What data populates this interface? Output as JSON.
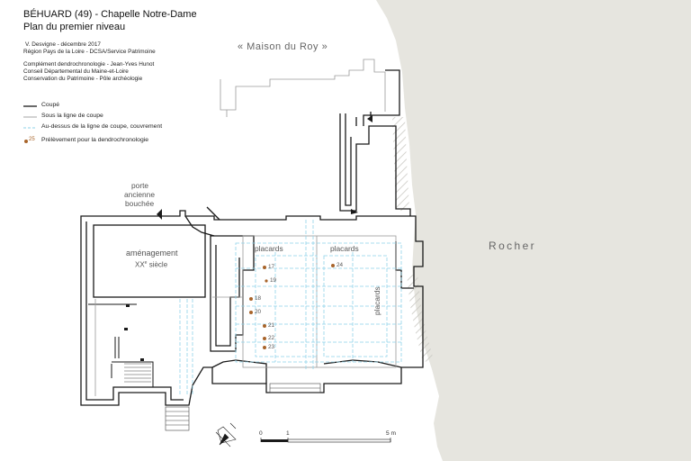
{
  "title": "BÉHUARD (49) - Chapelle Notre-Dame",
  "subtitle": "Plan du premier niveau",
  "credits": [
    "V. Desvigne - décembre 2017",
    "Région Pays de la Loire - DCSA/Service Patrimoine"
  ],
  "credits2": [
    "Complément dendrochronologie - Jean-Yves Hunot",
    "Conseil Départemental du Maine-et-Loire",
    "Conservation du Patrimoine - Pôle archéologie"
  ],
  "legend": {
    "cut": "Coupé",
    "below": "Sous la ligne de coupe",
    "above": "Au-dessus de la ligne de coupe, couvrement",
    "sample_number": "25",
    "sample": "Prélèvement pour la dendrochronologie"
  },
  "labels": {
    "maison": "« Maison du Roy »",
    "rocher": "Rocher",
    "porte_1": "porte",
    "porte_2": "ancienne",
    "porte_3": "bouchée",
    "amenagement_1": "aménagement",
    "amenagement_2": "XX",
    "amenagement_sup": "e",
    "amenagement_3": "siècle",
    "placards_1": "placards",
    "placards_2": "placards",
    "placards_3": "placards"
  },
  "samples": [
    "17",
    "19",
    "18",
    "20",
    "21",
    "22",
    "23",
    "24"
  ],
  "scale": {
    "zero": "0",
    "one": "1",
    "five": "5 m"
  },
  "colors": {
    "wall": "#1a1a1a",
    "below": "#9a9a9a",
    "above": "#8fd3ea",
    "sample": "#a8642a",
    "rock": "#e6e5df"
  }
}
